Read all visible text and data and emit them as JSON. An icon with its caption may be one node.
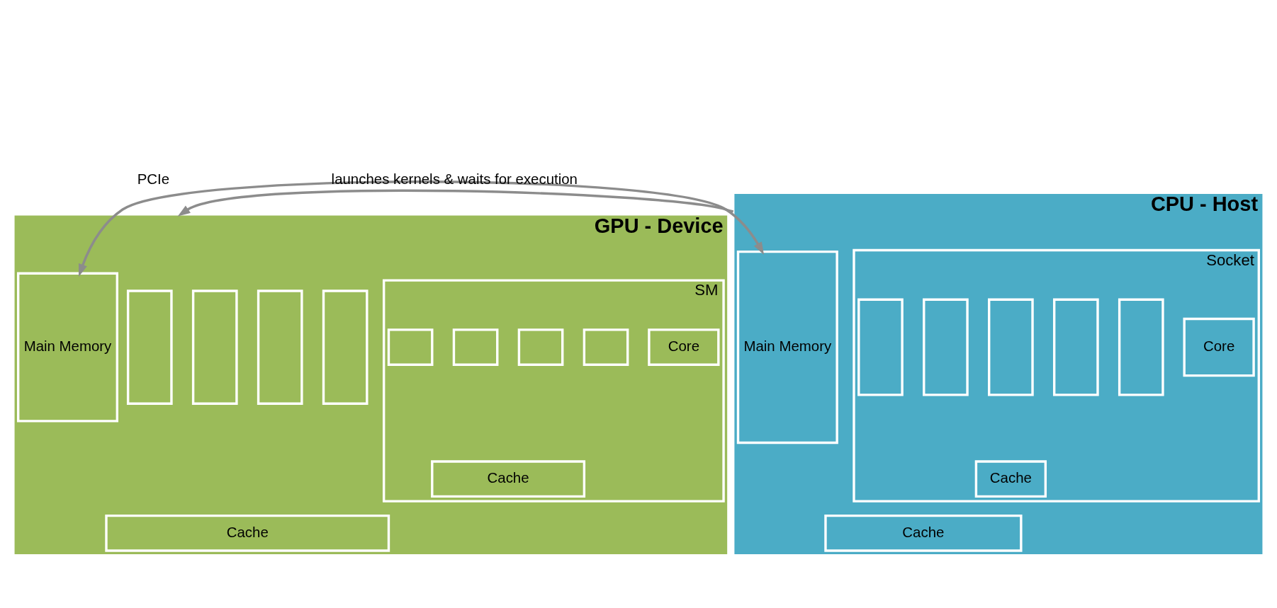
{
  "diagram": {
    "nodes": [
      {
        "text": [
          "GPU - Device"
        ]
      },
      {
        "text": [],
        "shape": "box",
        "in": 0
      },
      {
        "text": [],
        "shape": "box",
        "in": 0
      },
      {
        "text": [],
        "shape": "box",
        "in": 0
      },
      {
        "text": [],
        "shape": "box",
        "in": 0
      },
      {
        "text": [
          "SM"
        ],
        "in": 0
      },
      {
        "text": [],
        "shape": "box",
        "in": 5
      },
      {
        "text": [],
        "shape": "box",
        "in": 5
      },
      {
        "text": [],
        "shape": "box",
        "in": 5
      },
      {
        "text": [],
        "shape": "box",
        "in": 5
      },
      {
        "text": [
          "Core"
        ],
        "in": 5
      },
      {
        "text": [
          "Cache"
        ],
        "in": 5
      },
      {
        "text": [
          "Main Memory"
        ],
        "in": 0
      },
      {
        "text": [
          "Cache"
        ],
        "in": 0
      },
      {
        "text": [
          "CPU - Host"
        ]
      },
      {
        "text": [
          "Main Memory"
        ],
        "in": 14
      },
      {
        "text": [
          "Socket"
        ],
        "in": 14
      },
      {
        "text": [],
        "shape": "box",
        "in": 16
      },
      {
        "text": [],
        "shape": "box",
        "in": 16
      },
      {
        "text": [],
        "shape": "box",
        "in": 16
      },
      {
        "text": [],
        "shape": "box",
        "in": 16
      },
      {
        "text": [],
        "shape": "box",
        "in": 16
      },
      {
        "text": [
          "Core"
        ],
        "in": 16
      },
      {
        "text": [
          "Cache"
        ],
        "in": 16
      },
      {
        "text": [
          "Cache"
        ],
        "in": 14
      }
    ],
    "edges": [
      {
        "from": 14,
        "to": 0,
        "arrow": "to",
        "label": "launches kernels & waits for execution"
      },
      {
        "from": 12,
        "to": 15,
        "arrow": "both",
        "label": "PCIe"
      }
    ]
  }
}
